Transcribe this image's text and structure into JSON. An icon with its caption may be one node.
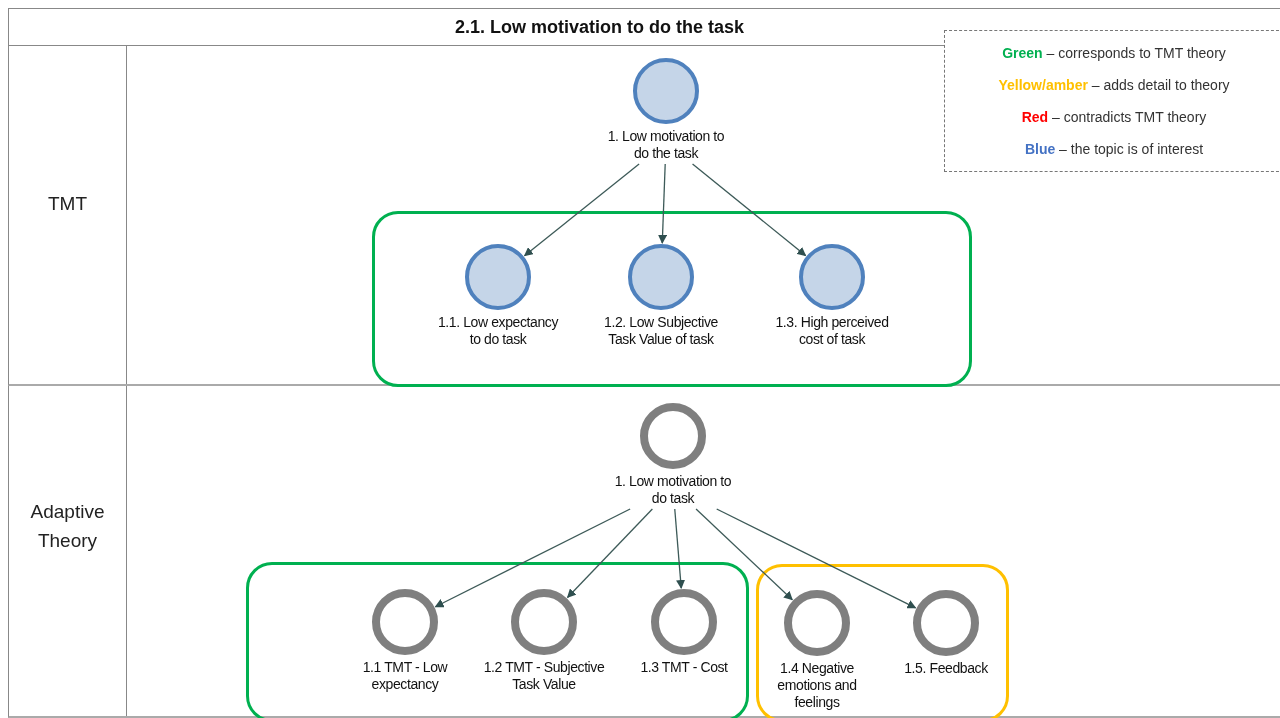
{
  "diagram": {
    "title": "2.1. Low motivation to do the task",
    "nodes": [
      {
        "text": [
          "TMT"
        ]
      },
      {
        "text": [
          "1. Low motivation to do the task"
        ],
        "in": 0
      },
      {
        "text": [],
        "shape": "box",
        "in": 0
      },
      {
        "text": [
          "1.1. Low expectancy to do task"
        ],
        "in": 2
      },
      {
        "text": [
          "1.2. Low Subjective Task Value of task"
        ],
        "in": 2
      },
      {
        "text": [
          "1.3. High perceived cost of task"
        ],
        "in": 2
      },
      {
        "text": [
          "Adaptive Theory"
        ]
      },
      {
        "text": [
          "1. Low motivation to do task"
        ],
        "in": 6
      },
      {
        "text": [],
        "shape": "box",
        "in": 6
      },
      {
        "text": [
          "1.1 TMT - Low expectancy"
        ],
        "in": 8
      },
      {
        "text": [
          "1.2 TMT - Subjective Task Value"
        ],
        "in": 8
      },
      {
        "text": [
          "1.3 TMT - Cost"
        ],
        "in": 8
      },
      {
        "text": [],
        "shape": "box",
        "in": 6
      },
      {
        "text": [
          "1.4 Negative emotions and feelings"
        ],
        "in": 12
      },
      {
        "text": [
          "1.5. Feedback"
        ],
        "in": 12
      }
    ],
    "edges": [
      {
        "from": 1,
        "to": 3,
        "arrow": "to"
      },
      {
        "from": 1,
        "to": 4,
        "arrow": "to"
      },
      {
        "from": 1,
        "to": 5,
        "arrow": "to"
      },
      {
        "from": 7,
        "to": 9,
        "arrow": "to"
      },
      {
        "from": 7,
        "to": 10,
        "arrow": "to"
      },
      {
        "from": 7,
        "to": 11,
        "arrow": "to"
      },
      {
        "from": 7,
        "to": 13,
        "arrow": "to"
      },
      {
        "from": 7,
        "to": 14,
        "arrow": "to"
      }
    ],
    "legend": [
      {
        "text": "Green – corresponds to TMT theory",
        "color": "#00b050"
      },
      {
        "text": "Yellow/amber – adds detail to theory",
        "color": "#ffc000"
      },
      {
        "text": "Red – contradicts TMT theory",
        "color": "#ff0000"
      },
      {
        "text": "Blue – the topic is of interest",
        "color": "#4472c4"
      }
    ]
  }
}
